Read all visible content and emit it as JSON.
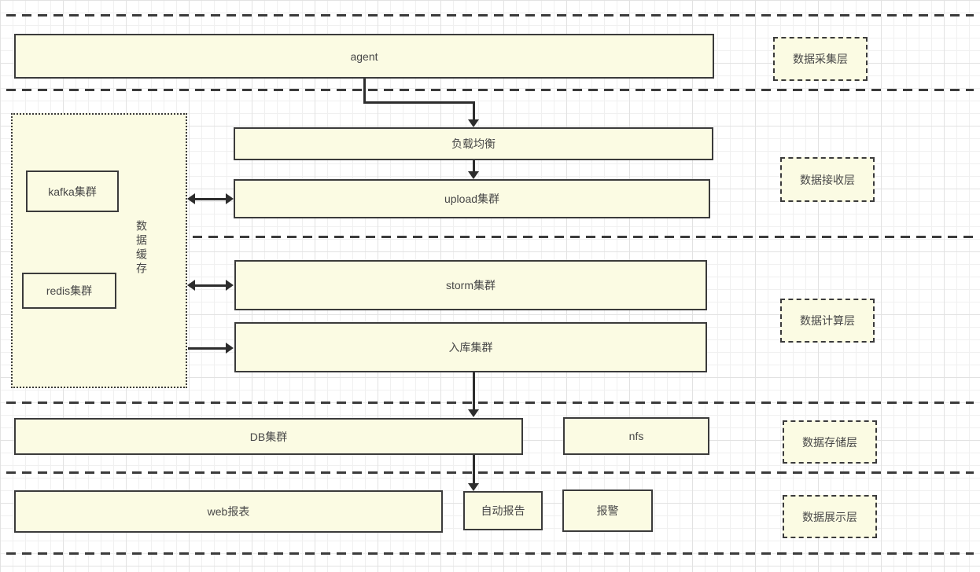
{
  "nodes": {
    "agent": "agent",
    "load_balancer": "负载均衡",
    "upload_cluster": "upload集群",
    "storm_cluster": "storm集群",
    "ingest_cluster": "入库集群",
    "db_cluster": "DB集群",
    "nfs": "nfs",
    "web_report": "web报表",
    "auto_report": "自动报告",
    "alert": "报警",
    "kafka_cluster": "kafka集群",
    "redis_cluster": "redis集群",
    "cache_group": "数据缓存"
  },
  "layers": [
    {
      "label": "数据采集层"
    },
    {
      "label": "数据接收层"
    },
    {
      "label": "数据计算层"
    },
    {
      "label": "数据存储层"
    },
    {
      "label": "数据展示层"
    }
  ],
  "edges": [
    {
      "from": "agent",
      "to": "load_balancer",
      "type": "arrow"
    },
    {
      "from": "load_balancer",
      "to": "upload_cluster",
      "type": "arrow"
    },
    {
      "from": "cache_group",
      "to": "upload_cluster",
      "type": "double-arrow"
    },
    {
      "from": "cache_group",
      "to": "storm_cluster",
      "type": "double-arrow"
    },
    {
      "from": "cache_group",
      "to": "ingest_cluster",
      "type": "arrow"
    },
    {
      "from": "ingest_cluster",
      "to": "db_cluster",
      "type": "arrow"
    },
    {
      "from": "db_cluster",
      "to": "auto_report",
      "type": "arrow"
    }
  ],
  "colors": {
    "node_fill": "#fbfbe3",
    "node_border": "#3b3b3b",
    "dash_line": "#3b3b3b",
    "arrow": "#2d2d2d",
    "text": "#474747",
    "grid_minor": "#f0f0f0",
    "grid_major": "#e2e2e2",
    "background": "#ffffff"
  }
}
